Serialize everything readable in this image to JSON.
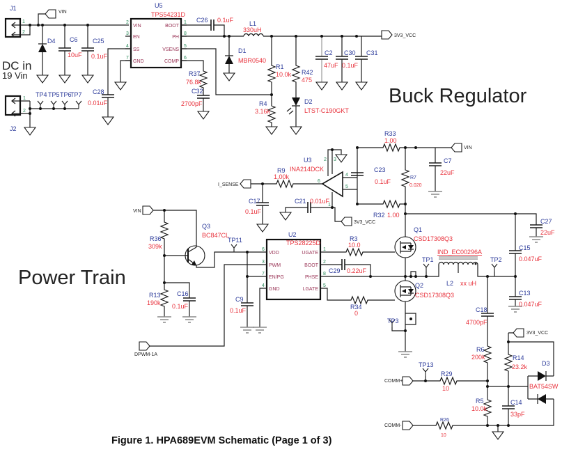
{
  "caption": "Figure 1. HPA689EVM Schematic (Page 1 of 3)",
  "sections": {
    "buck": "Buck Regulator",
    "power": "Power Train"
  },
  "dc_in": {
    "title": "DC in",
    "voltage": "19 Vin"
  },
  "nets": {
    "vin": "VIN",
    "v3v3": "3V3_VCC",
    "i_sense": "I_SENSE",
    "dpwm": "DPWM-1A",
    "comm_p": "COMM+",
    "comm_n": "COMM-"
  },
  "colors": {
    "ref": "#2b3a9a",
    "value": "#e8323c",
    "pin_name": "#993355",
    "pin_number": "#2a8a5a",
    "wire": "#1a1a1a"
  },
  "connectors": {
    "j1": {
      "ref": "J1",
      "pins": [
        "1",
        "2"
      ]
    },
    "j2": {
      "ref": "J2",
      "pins": [
        "1",
        "2"
      ]
    }
  },
  "ics": {
    "u5": {
      "ref": "U5",
      "part": "TPS54231D",
      "left": [
        {
          "name": "VIN",
          "num": "2"
        },
        {
          "name": "EN",
          "num": "3"
        },
        {
          "name": "SS",
          "num": "4"
        },
        {
          "name": "GND",
          "num": "7"
        }
      ],
      "right": [
        {
          "name": "BOOT",
          "num": "1"
        },
        {
          "name": "PH",
          "num": "8"
        },
        {
          "name": "VSENS",
          "num": "5"
        },
        {
          "name": "COMP",
          "num": "6"
        }
      ]
    },
    "u2": {
      "ref": "U2",
      "part": "TPS28225D",
      "left": [
        {
          "name": "VDD",
          "num": "6"
        },
        {
          "name": "PWM",
          "num": "3"
        },
        {
          "name": "EN/PG",
          "num": "7"
        },
        {
          "name": "GND",
          "num": "4"
        }
      ],
      "right": [
        {
          "name": "UGATE",
          "num": "1"
        },
        {
          "name": "BOOT",
          "num": "2"
        },
        {
          "name": "PHSE",
          "num": "8"
        },
        {
          "name": "LGATE",
          "num": "5"
        }
      ]
    },
    "u3": {
      "ref": "U3",
      "part": "INA214DCK",
      "pins": {
        "in": "6",
        "out_a": "4",
        "out_b": "5",
        "top_a": "2",
        "top_b": "3",
        "bottom": "1"
      }
    }
  },
  "components": {
    "d4": {
      "ref": "D4"
    },
    "c6": {
      "ref": "C6",
      "value": "10uF"
    },
    "c25": {
      "ref": "C25",
      "value": "0.1uF"
    },
    "c28": {
      "ref": "C28",
      "value": "0.01uF"
    },
    "c26": {
      "ref": "C26",
      "value": "0.1uF"
    },
    "l1": {
      "ref": "L1",
      "value": "330uH"
    },
    "d1": {
      "ref": "D1",
      "value": "MBR0540"
    },
    "r37": {
      "ref": "R37",
      "value": "76.8k"
    },
    "c32": {
      "ref": "C32",
      "value": "2700pF"
    },
    "r1": {
      "ref": "R1",
      "value": "10.0k"
    },
    "r4": {
      "ref": "R4",
      "value": "3.16k"
    },
    "r42": {
      "ref": "R42",
      "value": "475"
    },
    "d2": {
      "ref": "D2",
      "value": "LTST-C190GKT"
    },
    "c2": {
      "ref": "C2",
      "value": "47uF"
    },
    "c30": {
      "ref": "C30",
      "value": "0.1uF"
    },
    "c31": {
      "ref": "C31"
    },
    "tp4": {
      "ref": "TP4"
    },
    "tp5": {
      "ref": "TP5"
    },
    "tp6": {
      "ref": "TP6"
    },
    "tp7": {
      "ref": "TP7"
    },
    "r9": {
      "ref": "R9",
      "value": "1.00k"
    },
    "c17": {
      "ref": "C17",
      "value": "0.1uF"
    },
    "c21": {
      "ref": "C21",
      "value": "0.01uF"
    },
    "r33": {
      "ref": "R33",
      "value": "1.00"
    },
    "r32": {
      "ref": "R32",
      "value": "1.00"
    },
    "r7": {
      "ref": "R7",
      "value": "0.020"
    },
    "c23": {
      "ref": "C23",
      "value": "0.1uF"
    },
    "c7": {
      "ref": "C7",
      "value": "22uF"
    },
    "c27": {
      "ref": "C27",
      "value": "22uF"
    },
    "c15": {
      "ref": "C15",
      "value": "0.047uF"
    },
    "c13": {
      "ref": "C13",
      "value": "0.047uF"
    },
    "q1": {
      "ref": "Q1",
      "value": "CSD17308Q3"
    },
    "q2": {
      "ref": "Q2",
      "value": "CSD17308Q3"
    },
    "l2": {
      "ref": "L2",
      "part": "IND_EC00296A",
      "value": "xx uH"
    },
    "tp1": {
      "ref": "TP1"
    },
    "tp2": {
      "ref": "TP2"
    },
    "tp3": {
      "ref": "TP3"
    },
    "tp11": {
      "ref": "TP11"
    },
    "tp13": {
      "ref": "TP13"
    },
    "q3": {
      "ref": "Q3",
      "value": "BC847CL"
    },
    "r36": {
      "ref": "R36",
      "value": "309k"
    },
    "r13": {
      "ref": "R13",
      "value": "190k"
    },
    "c16": {
      "ref": "C16",
      "value": "0.1uF"
    },
    "c9": {
      "ref": "C9",
      "value": "0.1uF"
    },
    "r3": {
      "ref": "R3",
      "value": "10.0"
    },
    "c29": {
      "ref": "C29",
      "value": "0.22uF"
    },
    "r34": {
      "ref": "R34",
      "value": "0"
    },
    "c18": {
      "ref": "C18",
      "value": "4700pF"
    },
    "r6": {
      "ref": "R6",
      "value": "200k"
    },
    "r5": {
      "ref": "R5",
      "value": "10.0k"
    },
    "r14": {
      "ref": "R14",
      "value": "23.2k"
    },
    "c14": {
      "ref": "C14",
      "value": "33pF"
    },
    "d3": {
      "ref": "D3",
      "value": "BAT54SW"
    },
    "r29": {
      "ref": "R29",
      "value": "10"
    },
    "r26": {
      "ref": "R26",
      "value": "10"
    }
  }
}
